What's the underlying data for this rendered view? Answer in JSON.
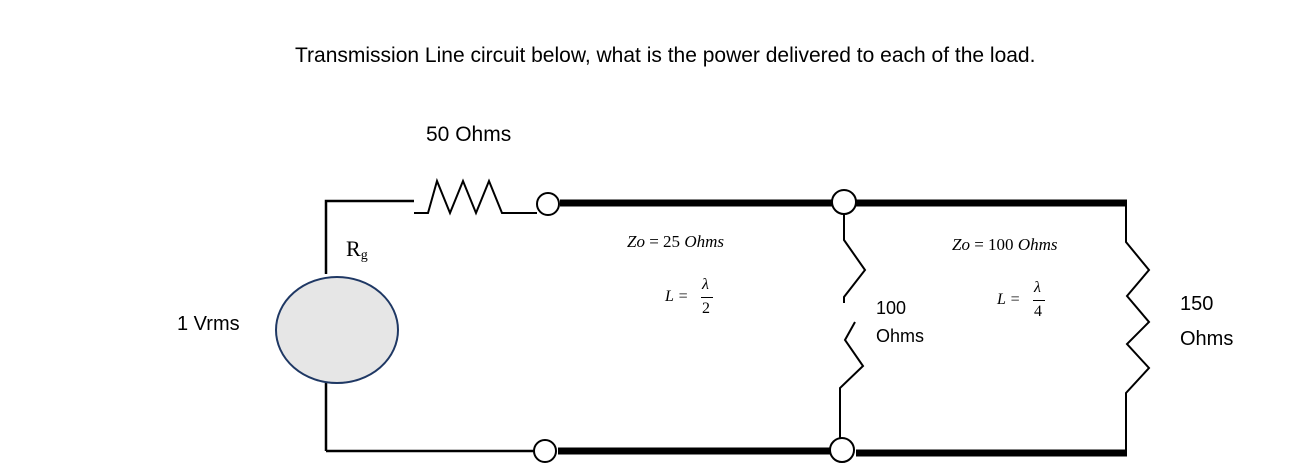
{
  "question": "Transmission Line circuit below, what is the power delivered to each of the load.",
  "generator": {
    "source_label": "1 Vrms",
    "resistor_value": "50 Ohms",
    "resistor_symbol": "R",
    "resistor_subscript": "g",
    "source_fill": "#e6e6e6",
    "source_stroke": "#1f3864"
  },
  "line1": {
    "zo_var": "Zo",
    "zo_eq": " = 25 ",
    "zo_unit": "Ohms",
    "length_var": "L",
    "length_eq": " = ",
    "length_num": "λ",
    "length_den": "2"
  },
  "load1": {
    "value": "100",
    "unit": "Ohms"
  },
  "line2": {
    "zo_var": "Zo",
    "zo_eq": " = 100 ",
    "zo_unit": "Ohms",
    "length_var": "L",
    "length_eq": " = ",
    "length_num": "λ",
    "length_den": "4"
  },
  "load2": {
    "value": "150",
    "unit": "Ohms"
  }
}
